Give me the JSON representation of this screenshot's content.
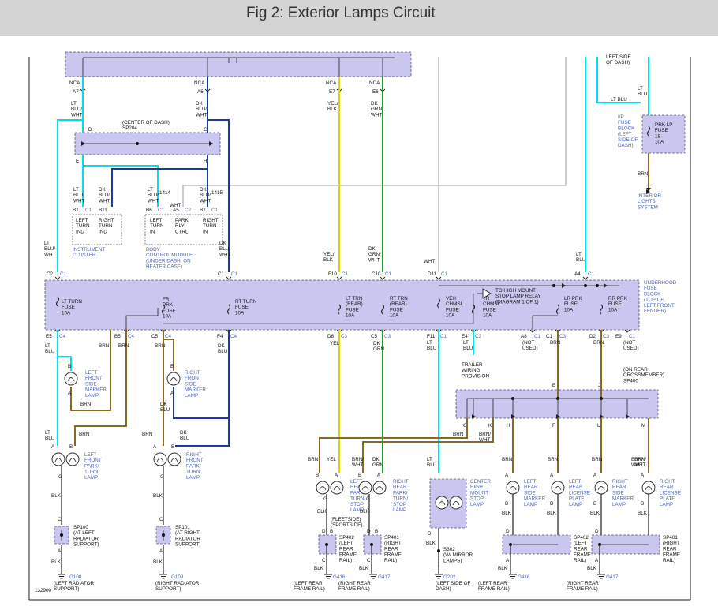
{
  "header": {
    "title": "Fig 2: Exterior Lamps Circuit"
  },
  "colors": {
    "header_bg": "#d4d4d4",
    "box_fill": "#c9c7ef",
    "ltblu": "#00e0e8",
    "dkblu": "#1a3aa0",
    "brn": "#8a6a22",
    "yel": "#d8d800",
    "green": "#20a030",
    "gray": "#b0b0b0",
    "label_blue": "#4a64b8"
  },
  "figure_id": "132900",
  "top": {
    "nca": [
      "NCA",
      "NCA",
      "NCA",
      "NCA"
    ],
    "pins": [
      "A7",
      "A6",
      "E7",
      "E6"
    ],
    "wires": [
      [
        "LT",
        "BLU/",
        "WHT"
      ],
      [
        "DK",
        "BLU/",
        "WHT"
      ],
      [
        "YEL/",
        "BLK"
      ],
      [
        "DK",
        "GRN/",
        "WHT"
      ]
    ],
    "right_note": [
      "LEFT SIDE",
      "OF DASH)"
    ],
    "lt_blu": [
      "LT",
      "BLU"
    ],
    "lt_blu2": "LT BLU"
  },
  "sp204": {
    "title": [
      "(CENTER OF DASH)",
      "SP204"
    ],
    "pins": [
      "D",
      "G",
      "E",
      "H"
    ]
  },
  "ip_fuse": {
    "label": [
      "I/P",
      "FUSE",
      "BLOCK",
      "(LEFT",
      "SIDE OF",
      "DASH)"
    ],
    "fuse": [
      "PRK LP",
      "FUSE",
      "18",
      "10A"
    ],
    "wire": "BRN",
    "dest": [
      "INTERIOR",
      "LIGHTS",
      "SYSTEM"
    ]
  },
  "instrument_cluster": {
    "wires": [
      [
        "LT",
        "BLU/",
        "WHT"
      ],
      [
        "DK",
        "BLU/",
        "WHT"
      ]
    ],
    "pins": [
      "B1",
      "C1",
      "B11"
    ],
    "items": [
      [
        "LEFT",
        "TURN",
        "IND"
      ],
      [
        "RIGHT",
        "TURN",
        "IND"
      ]
    ],
    "label": [
      "INSTRUMENT",
      "CLUSTER"
    ]
  },
  "bcm": {
    "wires": [
      [
        "LT",
        "BLU/",
        "WHT"
      ],
      [
        "WHT"
      ],
      [
        "DK",
        "BLU/",
        "WHT"
      ]
    ],
    "circuits": [
      "1414",
      "1415"
    ],
    "pins": [
      "B6",
      "C1",
      "A5",
      "C2",
      "B7",
      "C1"
    ],
    "items": [
      [
        "LEFT",
        "TURN",
        "IN"
      ],
      [
        "PARK",
        "RLY",
        "CTRL"
      ],
      [
        "RIGHT",
        "TURN",
        "IN"
      ]
    ],
    "label": [
      "BODY",
      "CONTROL MODULE",
      "(UNDER DASH, ON",
      "HEATER CASE)"
    ]
  },
  "mid_wires": [
    [
      "LT",
      "BLU/",
      "WHT"
    ],
    [
      "DK",
      "BLU/",
      "WHT"
    ],
    [
      "YEL/",
      "BLK"
    ],
    [
      "DK",
      "GRN/",
      "WHT"
    ],
    [
      "WHT"
    ],
    [
      "LT",
      "BLU"
    ]
  ],
  "fuse_top_pins": [
    [
      "C2",
      "C1"
    ],
    [
      "C1",
      "C1"
    ],
    [
      "F10",
      "C1"
    ],
    [
      "C10",
      "C1"
    ],
    [
      "D11",
      "C1"
    ],
    [
      "A4",
      "C1"
    ]
  ],
  "underhood": {
    "label": [
      "UNDERHOOD",
      "FUSE",
      "BLOCK",
      "(TOP OF",
      "LEFT FRONT",
      "FENDER)"
    ],
    "fuses": [
      [
        "LT TURN",
        "FUSE",
        "10A"
      ],
      [
        "FR",
        "PRK",
        "FUSE",
        "10A"
      ],
      [
        "RT TURN",
        "FUSE",
        "10A"
      ],
      [
        "LT TRN",
        "(REAR)",
        "FUSE",
        "10A"
      ],
      [
        "RT TRN",
        "(REAR)",
        "FUSE",
        "10A"
      ],
      [
        "VEH",
        "CHMSL",
        "FUSE",
        "10A"
      ],
      [
        "TR",
        "CHMSL",
        "FUSE",
        "10A"
      ],
      [
        "LR PRK",
        "FUSE",
        "10A"
      ],
      [
        "RR PRK",
        "FUSE",
        "10A"
      ]
    ],
    "relay": [
      "TO HIGH MOUNT",
      "STOP LAMP RELAY",
      "(DIAGRAM 1 OF 1)"
    ]
  },
  "fuse_bottom_pins": [
    [
      "E5",
      "C4"
    ],
    [
      "B5",
      "C4"
    ],
    [
      "C5",
      "C4"
    ],
    [
      "F4",
      "C4"
    ],
    [
      "D6",
      "C3"
    ],
    [
      "C5",
      "C3"
    ],
    [
      "F11",
      "C1"
    ],
    [
      "E4",
      "C3"
    ],
    [
      "A8",
      "C1"
    ],
    [
      "C1",
      "C3"
    ],
    [
      "D2",
      "C3"
    ],
    [
      "E9",
      "C1"
    ]
  ],
  "not_used": [
    [
      "(NOT",
      "USED)"
    ],
    [
      "(NOT",
      "USED)"
    ]
  ],
  "trailer": [
    "TRAILER",
    "WIRING",
    "PROVISION"
  ],
  "lower_wires": [
    [
      "LT",
      "BLU"
    ],
    [
      "BRN"
    ],
    [
      "BRN"
    ],
    [
      "DK",
      "BLU"
    ],
    [
      "BRN"
    ],
    [
      "YEL"
    ],
    [
      "DK",
      "GRN"
    ],
    [
      "LT",
      "BLU"
    ],
    [
      "LT",
      "BLU"
    ],
    [
      "BRN"
    ],
    [
      "BRN"
    ]
  ],
  "side_markers": [
    {
      "pins": [
        "B",
        "A"
      ],
      "label": [
        "LEFT",
        "FRONT",
        "SIDE",
        "MARKER",
        "LAMP"
      ]
    },
    {
      "pins": [
        "B",
        "A"
      ],
      "label": [
        "RIGHT",
        "FRONT",
        "SIDE",
        "MARKER",
        "LAMP"
      ]
    }
  ],
  "sidemarker_wires": [
    [
      "BRN"
    ],
    [
      "DK",
      "BLU"
    ]
  ],
  "front_wires": [
    [
      "LT",
      "BLU"
    ],
    [
      "BRN"
    ],
    [
      "BRN"
    ],
    [
      "DK",
      "BLU"
    ]
  ],
  "front_lamps": [
    {
      "pins": [
        "A",
        "B",
        "G"
      ],
      "label": [
        "LEFT",
        "FRONT",
        "PARK/",
        "TURN",
        "LAMP"
      ]
    },
    {
      "pins": [
        "A",
        "B",
        "G"
      ],
      "label": [
        "RIGHT",
        "FRONT",
        "PARK/",
        "TURN",
        "LAMP"
      ]
    }
  ],
  "front_ground": [
    {
      "wire": "BLK",
      "pins": [
        "C",
        "A"
      ],
      "splice": [
        "SP100",
        "(AT LEFT",
        "RADIATOR",
        "SUPPORT)"
      ],
      "ground": [
        "G108",
        "(LEFT RADIATOR",
        "SUPPORT)"
      ]
    },
    {
      "wire": "BLK",
      "pins": [
        "C",
        "A"
      ],
      "splice": [
        "SP101",
        "(AT RIGHT",
        "RADIATOR",
        "SUPPORT)"
      ],
      "ground": [
        "G109",
        "(RIGHT RADIATOR",
        "SUPPORT)"
      ]
    }
  ],
  "crossmember": {
    "label": [
      "(ON REAR",
      "CROSSMEMBER)",
      "SP400"
    ],
    "pins_top": [
      "E",
      "J"
    ],
    "pins_bottom": [
      "G",
      "K",
      "H",
      "F",
      "L",
      "M"
    ]
  },
  "rear_wires": [
    [
      "BRN"
    ],
    [
      "YEL"
    ],
    [
      "BRN/",
      "WHT"
    ],
    [
      "DK",
      "GRN"
    ],
    [
      "LT",
      "BLU"
    ],
    [
      "BRN"
    ],
    [
      "BRN/",
      "WHT"
    ],
    [
      "BRN"
    ],
    [
      "BRN"
    ],
    [
      "BRN/",
      "WHT"
    ],
    [
      "BRN/",
      "WHT"
    ]
  ],
  "rear_lamps": [
    {
      "pins": [
        "B",
        "A",
        "G"
      ],
      "label": [
        "LEFT",
        "REAR",
        "PARK/",
        "TURN/",
        "STOP",
        "LAMP"
      ]
    },
    {
      "pins": [
        "B",
        "A",
        "G"
      ],
      "label": [
        "RIGHT",
        "REAR",
        "PARK/",
        "TURN/",
        "STOP",
        "LAMP"
      ]
    },
    {
      "pins": [
        "B"
      ],
      "label": [
        "CENTER",
        "HIGH",
        "MOUNT",
        "STOP",
        "LAMP"
      ]
    },
    {
      "pins": [
        "A",
        "B"
      ],
      "label": [
        "LEFT",
        "REAR",
        "SIDE",
        "MARKER",
        "LAMP"
      ]
    },
    {
      "pins": [
        "A",
        "B"
      ],
      "label": [
        "LEFT",
        "REAR",
        "LICENSE",
        "PLATE",
        "LAMP"
      ]
    },
    {
      "pins": [
        "A",
        "B"
      ],
      "label": [
        "RIGHT",
        "REAR",
        "SIDE",
        "MARKER",
        "LAMP"
      ]
    },
    {
      "pins": [
        "A",
        "B"
      ],
      "label": [
        "RIGHT",
        "REAR",
        "LICENSE",
        "PLATE",
        "LAMP"
      ]
    }
  ],
  "fleetside": [
    "(FLEETSIDE)",
    "(SPORTSIDE)"
  ],
  "rear_splices": [
    {
      "name": "SP402",
      "pins": [
        "D",
        "B",
        "A",
        "C"
      ],
      "label": [
        "SP402",
        "(LEFT",
        "REAR",
        "FRAME",
        "RAIL)"
      ]
    },
    {
      "name": "SP401",
      "pins": [
        "D",
        "B",
        "A",
        "C"
      ],
      "label": [
        "SP401",
        "(RIGHT",
        "REAR",
        "FRAME",
        "RAIL)"
      ]
    },
    {
      "name": "SP402b",
      "pins": [
        "D",
        "A"
      ],
      "label": [
        "SP402",
        "(LEFT",
        "REAR",
        "FRAME",
        "RAIL)"
      ]
    },
    {
      "name": "SP401b",
      "pins": [
        "D",
        "A"
      ],
      "label": [
        "SP401",
        "(RIGHT",
        "REAR",
        "FRAME",
        "RAIL)"
      ]
    }
  ],
  "s302": [
    "S302",
    "(W/ MIRROR",
    "LAMPS)"
  ],
  "rear_blk": [
    "BLK",
    "BLK",
    "BLK",
    "BLK",
    "BLK",
    "BLK",
    "BLK",
    "BLK",
    "BLK"
  ],
  "grounds": [
    {
      "id": "G416",
      "desc": [
        "(LEFT REAR",
        "FRAME RAIL)"
      ]
    },
    {
      "id": "G417",
      "desc": [
        "(RIGHT REAR",
        "FRAME RAIL)"
      ]
    },
    {
      "id": "G202",
      "desc": [
        "(LEFT SIDE OF",
        "DASH)"
      ]
    },
    {
      "id": "G416",
      "desc": [
        "(LEFT REAR",
        "FRAME RAIL)"
      ]
    },
    {
      "id": "G417",
      "desc": [
        "(RIGHT REAR",
        "FRAME RAIL)"
      ]
    }
  ]
}
